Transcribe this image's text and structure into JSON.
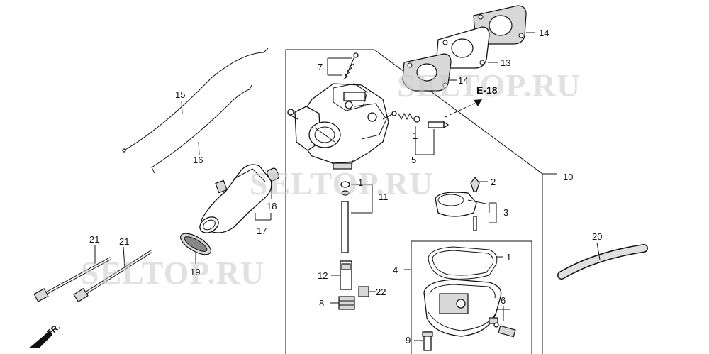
{
  "diagram": {
    "watermark_text": "SELTOP.RU",
    "section_ref": "E-18",
    "front_label": "FR.",
    "callouts": [
      {
        "id": "c1a",
        "label": "1"
      },
      {
        "id": "c1b",
        "label": "1"
      },
      {
        "id": "c1c",
        "label": "1"
      },
      {
        "id": "c2",
        "label": "2"
      },
      {
        "id": "c3",
        "label": "3"
      },
      {
        "id": "c4",
        "label": "4"
      },
      {
        "id": "c5",
        "label": "5"
      },
      {
        "id": "c6",
        "label": "6"
      },
      {
        "id": "c7",
        "label": "7"
      },
      {
        "id": "c8",
        "label": "8"
      },
      {
        "id": "c9",
        "label": "9"
      },
      {
        "id": "c10",
        "label": "10"
      },
      {
        "id": "c11",
        "label": "11"
      },
      {
        "id": "c12",
        "label": "12"
      },
      {
        "id": "c13",
        "label": "13"
      },
      {
        "id": "c14a",
        "label": "14"
      },
      {
        "id": "c14b",
        "label": "14"
      },
      {
        "id": "c15",
        "label": "15"
      },
      {
        "id": "c16",
        "label": "16"
      },
      {
        "id": "c17",
        "label": "17"
      },
      {
        "id": "c18",
        "label": "18"
      },
      {
        "id": "c19",
        "label": "19"
      },
      {
        "id": "c20",
        "label": "20"
      },
      {
        "id": "c21a",
        "label": "21"
      },
      {
        "id": "c21b",
        "label": "21"
      },
      {
        "id": "c22",
        "label": "22"
      }
    ]
  }
}
